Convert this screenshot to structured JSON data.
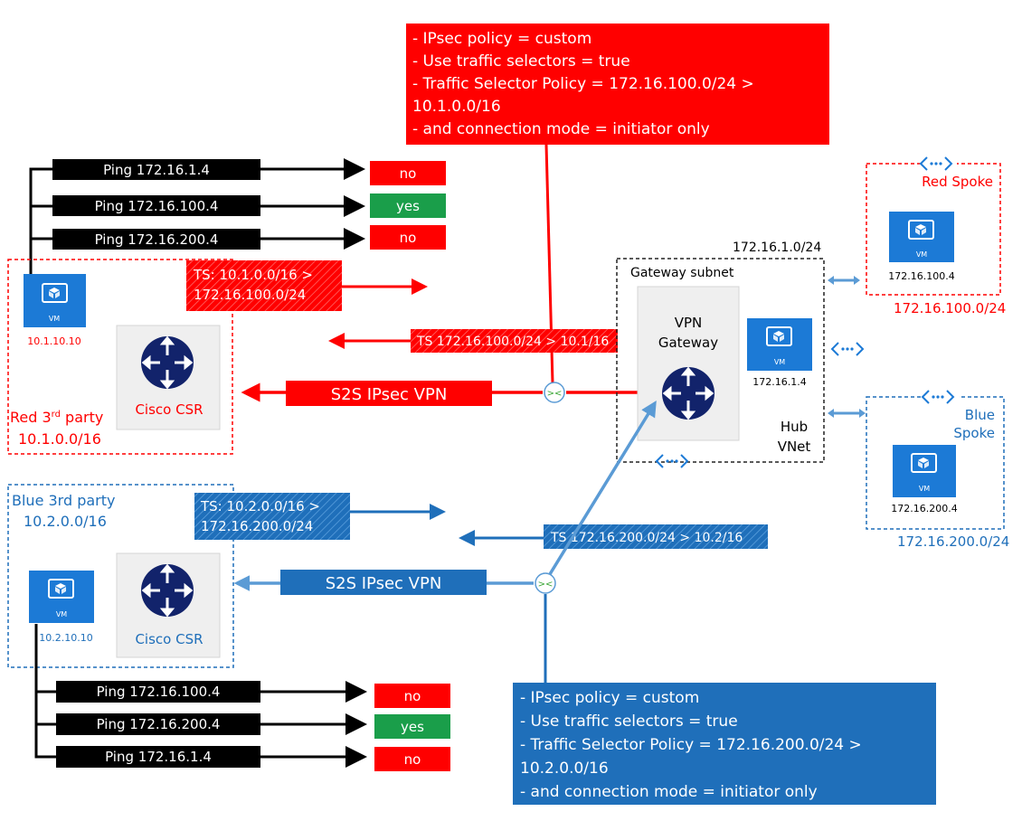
{
  "red_policy": {
    "lines": [
      "- IPsec policy = custom",
      "- Use traffic selectors = true",
      "- Traffic Selector Policy = 172.16.100.0/24 >",
      "10.1.0.0/16",
      "- and connection mode = initiator only"
    ]
  },
  "blue_policy": {
    "lines": [
      "- IPsec policy = custom",
      "- Use traffic selectors = true",
      "- Traffic Selector Policy = 172.16.200.0/24 >",
      "10.2.0.0/16",
      "- and connection mode = initiator only"
    ]
  },
  "red_pings": [
    {
      "label": "Ping 172.16.1.4",
      "result": "no"
    },
    {
      "label": "Ping 172.16.100.4",
      "result": "yes"
    },
    {
      "label": "Ping 172.16.200.4",
      "result": "no"
    }
  ],
  "blue_pings": [
    {
      "label": "Ping 172.16.100.4",
      "result": "no"
    },
    {
      "label": "Ping 172.16.200.4",
      "result": "yes"
    },
    {
      "label": "Ping 172.16.1.4",
      "result": "no"
    }
  ],
  "red_site": {
    "name_main": "Red 3",
    "name_sup": "rd",
    "name_tail": " party",
    "cidr": "10.1.0.0/16",
    "vm_label": "VM",
    "vm_ip": "10.1.10.10",
    "router_label": "Cisco CSR",
    "ts_local_line1": "TS: 10.1.0.0/16 >",
    "ts_local_line2": "172.16.100.0/24",
    "ts_remote": "TS 172.16.100.0/24 > 10.1/16",
    "vpn_label": "S2S IPsec VPN"
  },
  "blue_site": {
    "name": "Blue 3rd party",
    "cidr": "10.2.0.0/16",
    "vm_label": "VM",
    "vm_ip": "10.2.10.10",
    "router_label": "Cisco CSR",
    "ts_local_line1": "TS: 10.2.0.0/16 >",
    "ts_local_line2": "172.16.200.0/24",
    "ts_remote": "TS 172.16.200.0/24 > 10.2/16",
    "vpn_label": "S2S IPsec VPN"
  },
  "hub": {
    "cidr": "172.16.1.0/24",
    "subnet_label": "Gateway subnet",
    "gateway_line1": "VPN",
    "gateway_line2": "Gateway",
    "vm_label": "VM",
    "vm_ip": "172.16.1.4",
    "name_line1": "Hub",
    "name_line2": "VNet"
  },
  "red_spoke": {
    "name": "Red Spoke",
    "vm_label": "VM",
    "vm_ip": "172.16.100.4",
    "cidr": "172.16.100.0/24"
  },
  "blue_spoke": {
    "name_line1": "Blue",
    "name_line2": "Spoke",
    "vm_label": "VM",
    "vm_ip": "172.16.200.4",
    "cidr": "172.16.200.0/24"
  },
  "colors": {
    "red": "#ff0000",
    "blue": "#1f6fba",
    "black": "#000000",
    "yes_green": "#1a9e4a",
    "azure_blue": "#1c7ad6",
    "router_navy": "#12236b",
    "hub_border": "#222222",
    "peering_blue": "#5b9bd5"
  },
  "icons": {
    "vm": "vm-icon",
    "router": "router-icon",
    "peering": "vnet-peering-icon",
    "connection": "connection-icon"
  }
}
